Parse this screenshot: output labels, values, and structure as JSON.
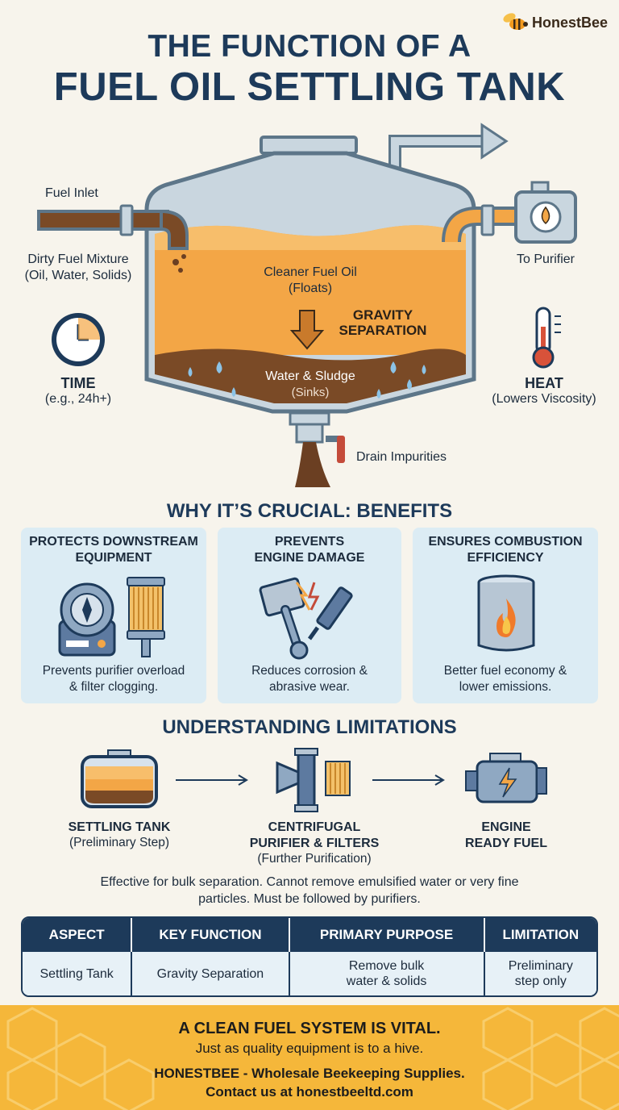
{
  "brand": {
    "name": "HonestBee",
    "logo_icon": "bee-icon"
  },
  "title": {
    "line1": "THE FUNCTION OF A",
    "line2": "FUEL OIL SETTLING TANK"
  },
  "diagram": {
    "fuel_inlet": "Fuel Inlet",
    "dirty_mixture": "Dirty Fuel Mixture",
    "dirty_mixture_sub": "(Oil, Water, Solids)",
    "cleaner_fuel": "Cleaner Fuel Oil",
    "cleaner_fuel_sub": "(Floats)",
    "gravity_line1": "GRAVITY",
    "gravity_line2": "SEPARATION",
    "water_sludge": "Water & Sludge",
    "water_sludge_sub": "(Sinks)",
    "to_purifier": "To Purifier",
    "time": "TIME",
    "time_sub": "(e.g., 24h+)",
    "heat": "HEAT",
    "heat_sub": "(Lowers Viscosity)",
    "drain": "Drain Impurities"
  },
  "benefits": {
    "heading": "WHY IT’S CRUCIAL: BENEFITS",
    "cards": [
      {
        "title1": "PROTECTS DOWNSTREAM",
        "title2": "EQUIPMENT",
        "desc1": "Prevents purifier overload",
        "desc2": "& filter clogging.",
        "icon": "purifier-filter-icon"
      },
      {
        "title1": "PREVENTS",
        "title2": "ENGINE DAMAGE",
        "desc1": "Reduces corrosion &",
        "desc2": "abrasive wear.",
        "icon": "piston-injector-icon"
      },
      {
        "title1": "ENSURES COMBUSTION",
        "title2": "EFFICIENCY",
        "desc1": "Better fuel economy &",
        "desc2": "lower emissions.",
        "icon": "flame-cylinder-icon"
      }
    ]
  },
  "limitations": {
    "heading": "UNDERSTANDING LIMITATIONS",
    "steps": [
      {
        "title1": "SETTLING TANK",
        "title2": "",
        "sub": "(Preliminary Step)",
        "icon": "settling-tank-icon"
      },
      {
        "title1": "CENTRIFUGAL",
        "title2": "PURIFIER & FILTERS",
        "sub": "(Further Purification)",
        "icon": "centrifuge-icon"
      },
      {
        "title1": "ENGINE",
        "title2": "READY FUEL",
        "sub": "",
        "icon": "engine-icon"
      }
    ],
    "note1": "Effective for bulk separation. Cannot remove emulsified water or very fine",
    "note2": "particles. Must be followed by purifiers."
  },
  "table": {
    "headers": [
      "ASPECT",
      "KEY FUNCTION",
      "PRIMARY PURPOSE",
      "LIMITATION"
    ],
    "row": [
      {
        "l1": "Settling Tank",
        "l2": ""
      },
      {
        "l1": "Gravity Separation",
        "l2": ""
      },
      {
        "l1": "Remove bulk",
        "l2": "water & solids"
      },
      {
        "l1": "Preliminary",
        "l2": "step only"
      }
    ]
  },
  "footer": {
    "line1": "A CLEAN FUEL SYSTEM IS VITAL.",
    "line2": "Just as quality equipment is to a hive.",
    "line3": "HONESTBEE - Wholesale Beekeeping Supplies.",
    "line4": "Contact us at honestbeeltd.com"
  },
  "colors": {
    "navy": "#1d3a5a",
    "oil": "#f0a040",
    "sludge": "#6b3f22",
    "card": "#dcecf4",
    "footer": "#f5b73a"
  }
}
